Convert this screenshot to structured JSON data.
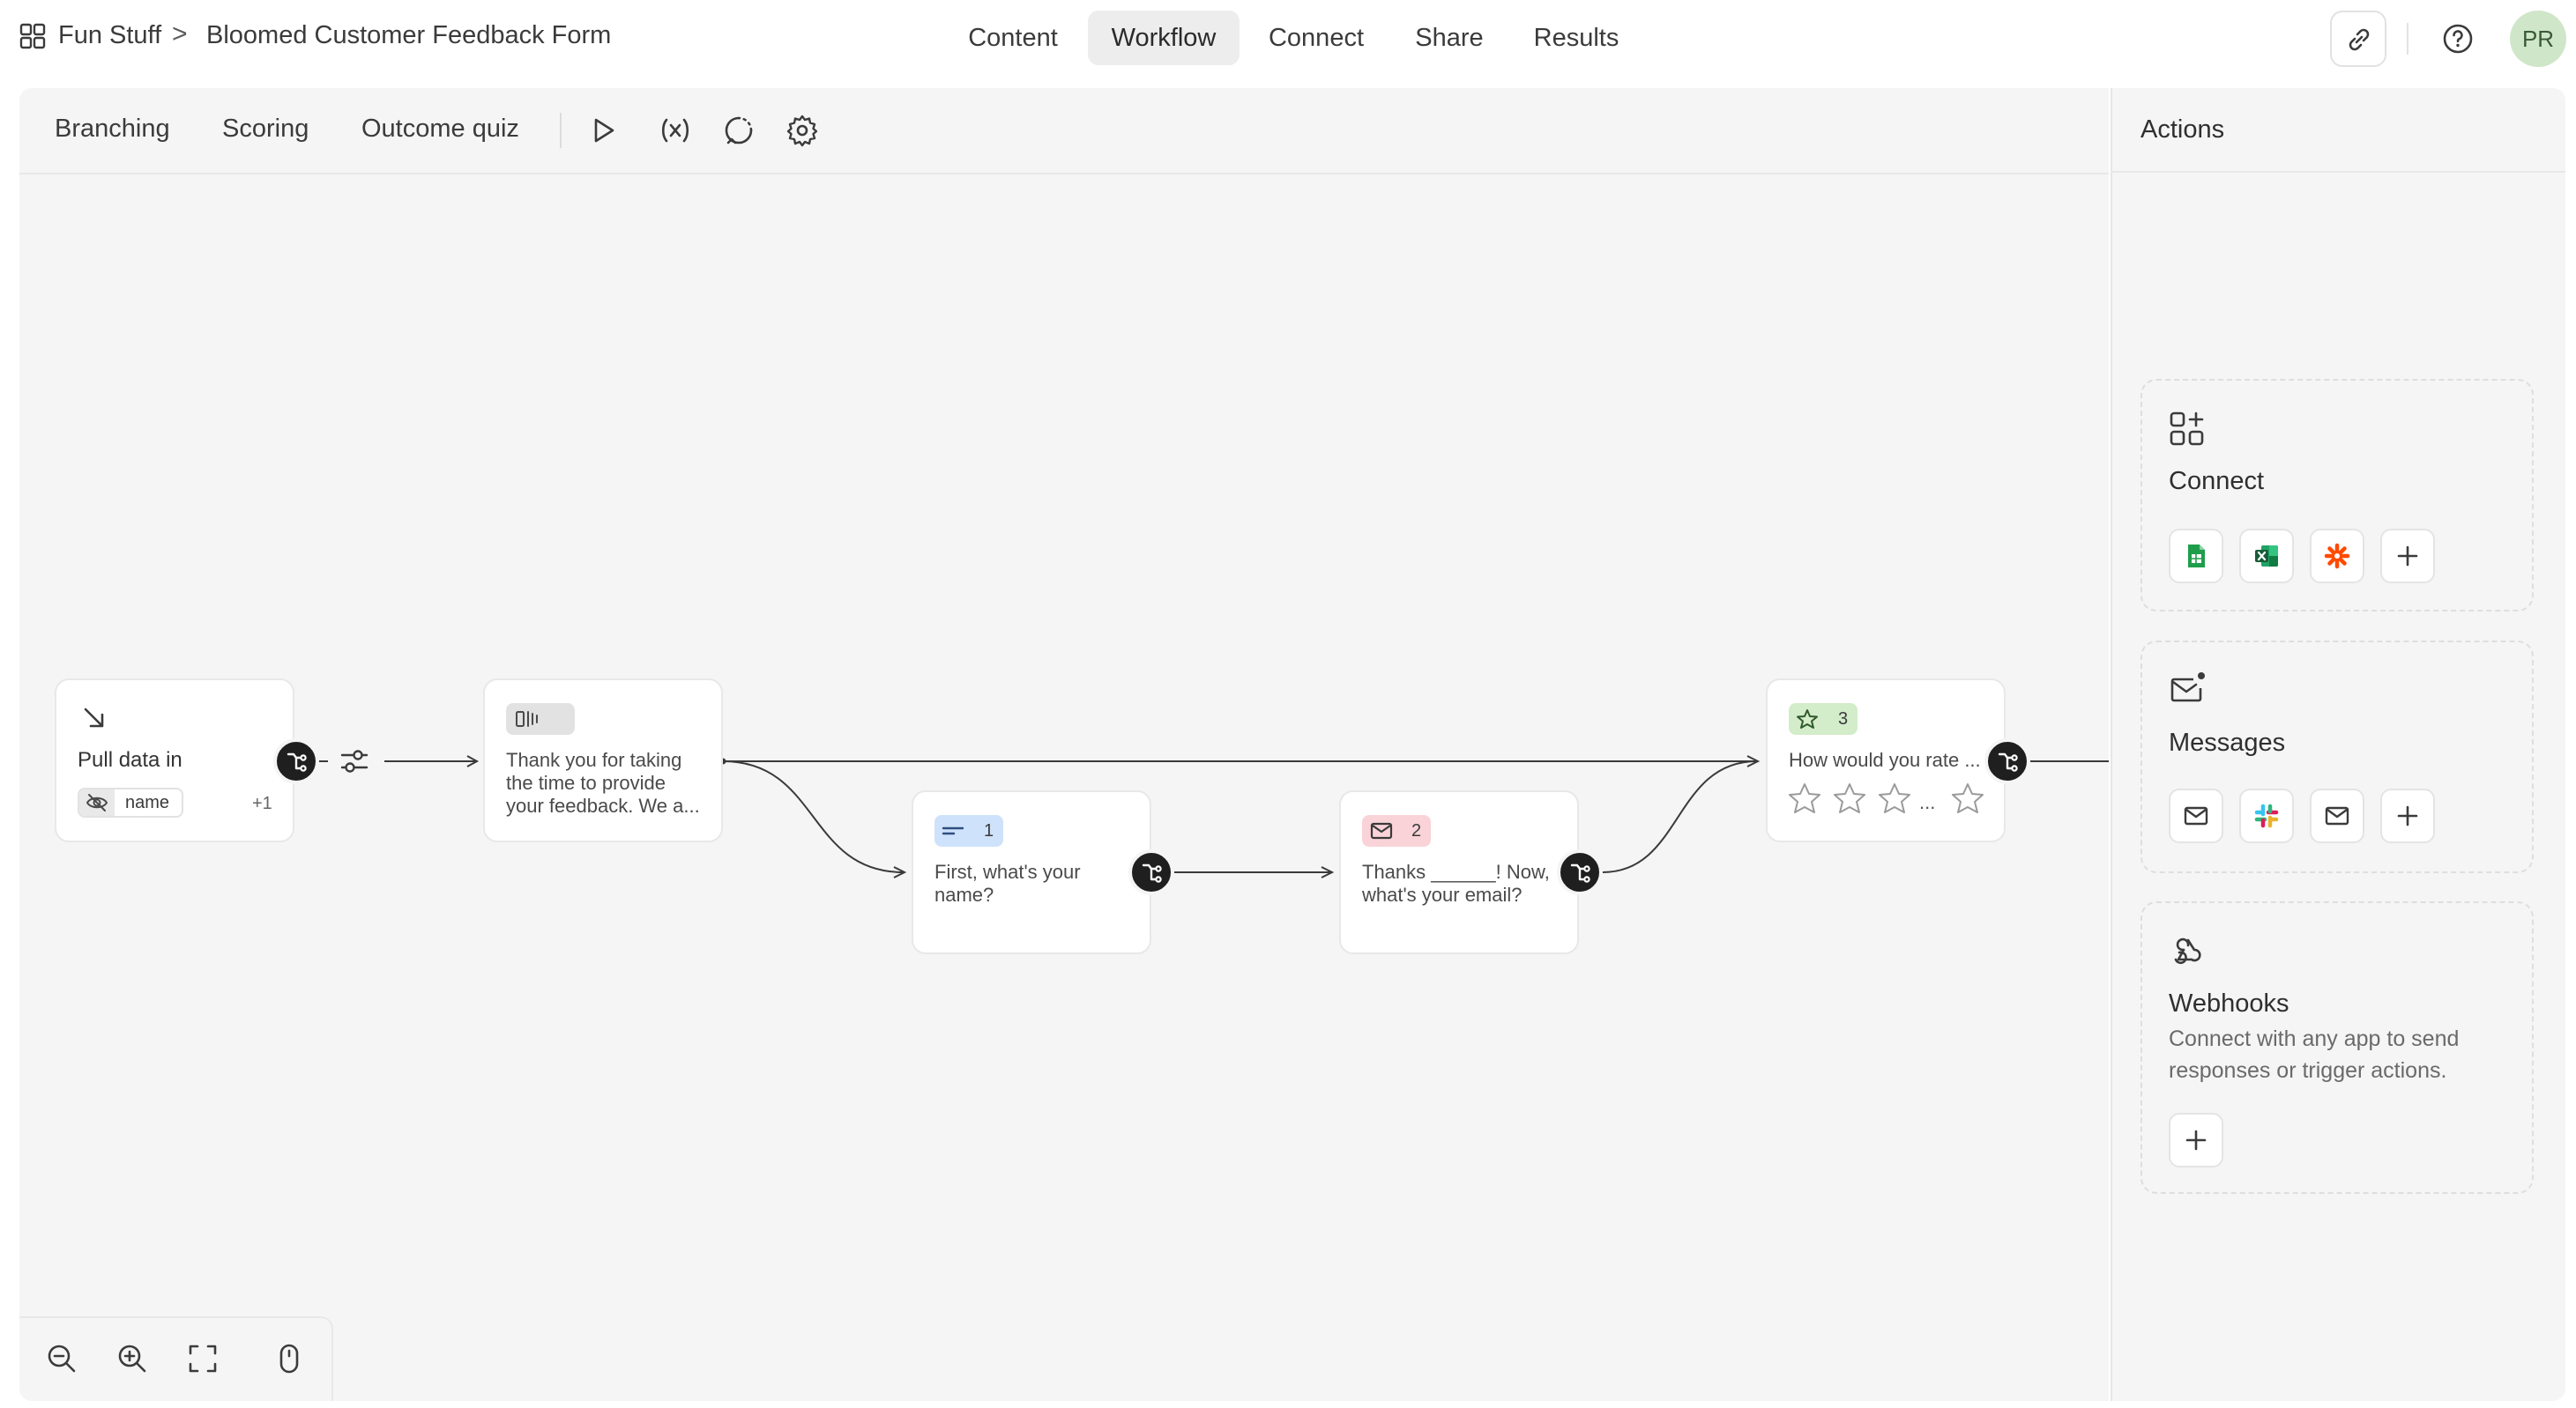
{
  "header": {
    "workspace": "Fun Stuff",
    "separator": ">",
    "form_title": "Bloomed Customer Feedback Form",
    "tabs": [
      "Content",
      "Workflow",
      "Connect",
      "Share",
      "Results"
    ],
    "active_tab": "Workflow",
    "avatar_initials": "PR"
  },
  "toolbar": {
    "items": [
      "Branching",
      "Scoring",
      "Outcome quiz"
    ],
    "icons": [
      "play-icon",
      "variable-icon",
      "loop-icon",
      "gear-icon"
    ]
  },
  "nodes": {
    "pull_data": {
      "label": "Pull data in",
      "field_tag": "name",
      "extra_count": "+1"
    },
    "welcome": {
      "text_line1": "Thank you for taking",
      "text_line2": "the time to provide",
      "text_line3": "your feedback. We a..."
    },
    "q1": {
      "number": "1",
      "text_line1": "First, what's your",
      "text_line2": "name?"
    },
    "q2": {
      "number": "2",
      "text_line1": "Thanks ______! Now,",
      "text_line2": "what's your email?"
    },
    "q3": {
      "number": "3",
      "text": "How would you rate ...",
      "ellipsis": "..."
    }
  },
  "actions_panel": {
    "title": "Actions",
    "connect": {
      "title": "Connect",
      "apps": [
        "google-sheets-icon",
        "excel-icon",
        "zapier-icon",
        "add-icon"
      ]
    },
    "messages": {
      "title": "Messages",
      "apps": [
        "email-icon",
        "slack-icon",
        "email-icon",
        "add-icon"
      ]
    },
    "webhooks": {
      "title": "Webhooks",
      "desc_line1": "Connect with any app to send",
      "desc_line2": "responses or trigger actions."
    }
  },
  "colors": {
    "accent_avatar": "#cfe6c8",
    "q1_chip": "#cfe2fb",
    "q2_chip": "#f9d3d8",
    "q3_chip": "#d3ecc9",
    "welcome_chip": "#e2e2e2",
    "handle": "#1f1f1f",
    "zapier": "#ff4a00",
    "sheets": "#1e9e4a",
    "excel": "#1d6f42"
  }
}
